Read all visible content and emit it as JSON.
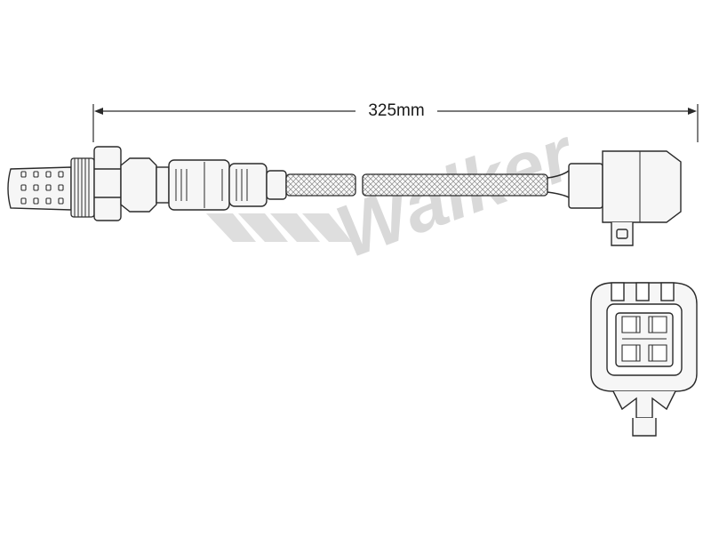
{
  "dimension": {
    "length_label": "325mm"
  },
  "watermark": {
    "text": "Walker"
  },
  "colors": {
    "line": "#2a2a2a",
    "fill": "#f6f6f6",
    "braid": "#9a9a9a",
    "watermark": "#d9d9d9"
  },
  "parts": [
    "sensor-tip",
    "threaded-hex-body",
    "sensor-shell",
    "braided-cable",
    "wire-connector",
    "connector-end-view"
  ]
}
